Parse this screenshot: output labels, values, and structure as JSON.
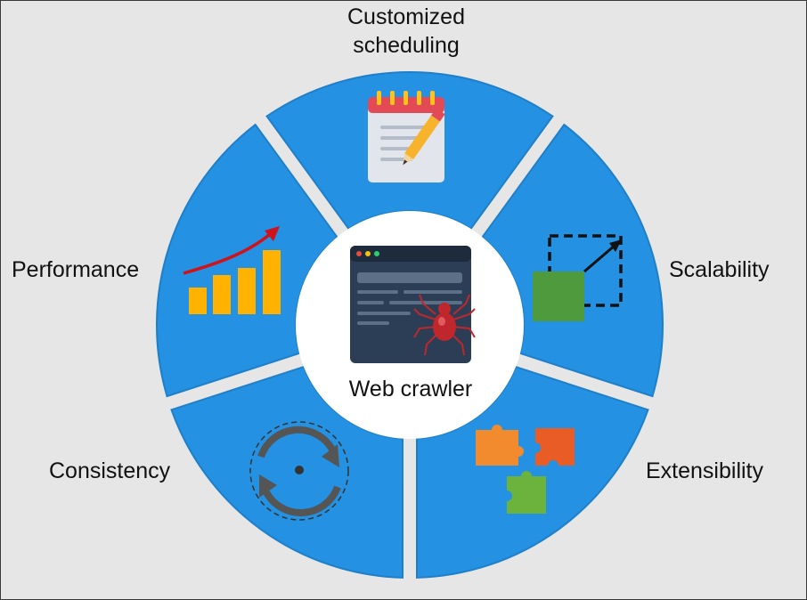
{
  "diagram": {
    "center_label": "Web crawler",
    "segments": [
      {
        "id": "scheduling",
        "label_line1": "Customized",
        "label_line2": "scheduling",
        "icon": "notepad-pencil-icon"
      },
      {
        "id": "scalability",
        "label": "Scalability",
        "icon": "resize-square-icon"
      },
      {
        "id": "extensibility",
        "label": "Extensibility",
        "icon": "puzzle-pieces-icon"
      },
      {
        "id": "consistency",
        "label": "Consistency",
        "icon": "refresh-cycle-icon"
      },
      {
        "id": "performance",
        "label": "Performance",
        "icon": "bar-chart-growth-icon"
      }
    ],
    "colors": {
      "segment": "#2491e2",
      "segment_edge": "#1f7fc9",
      "center": "#ffffff",
      "background": "#e6e6e6",
      "bars": "#ffb300",
      "trend_arrow": "#d0121b"
    }
  }
}
